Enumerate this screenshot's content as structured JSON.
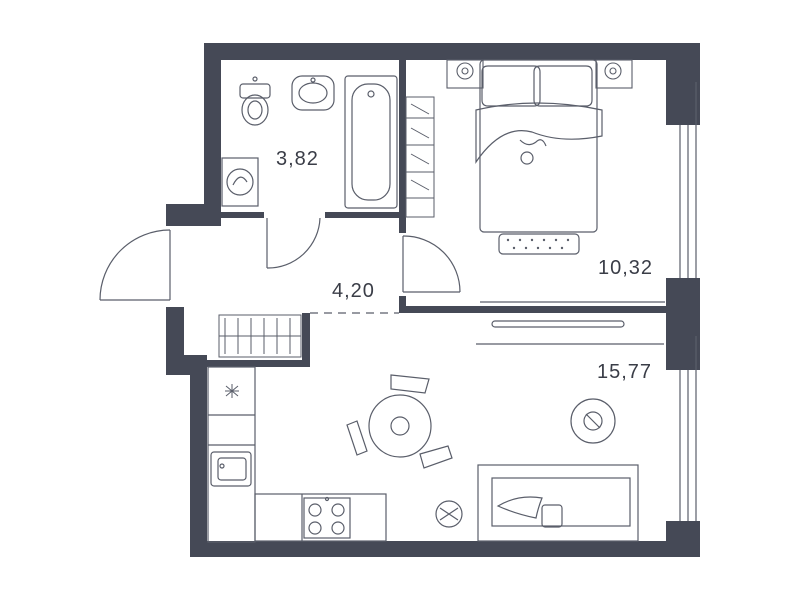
{
  "rooms": {
    "bathroom": {
      "area": "3,82"
    },
    "hallway": {
      "area": "4,20"
    },
    "bedroom": {
      "area": "10,32"
    },
    "living_kitchen": {
      "area": "15,77"
    }
  },
  "colors": {
    "wall": "#454956",
    "line": "#5a5e6a",
    "text": "#3a3d47",
    "background": "#ffffff"
  },
  "icons": [
    "toilet-icon",
    "sink-icon",
    "bathtub-icon",
    "washing-machine-icon",
    "double-bed-icon",
    "nightstand-lamp-icon",
    "bench-icon",
    "wardrobe-icon",
    "dining-table-icon",
    "chair-icon",
    "stove-icon",
    "kitchen-sink-icon",
    "sofa-icon",
    "robot-vacuum-icon",
    "fan-icon"
  ]
}
